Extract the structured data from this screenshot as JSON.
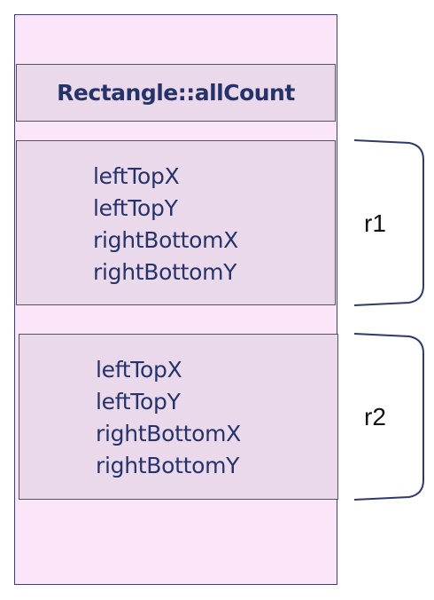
{
  "static_member": {
    "label": "Rectangle::allCount"
  },
  "objects": [
    {
      "name": "r1",
      "fields": [
        "leftTopX",
        "leftTopY",
        "rightBottomX",
        "rightBottomY"
      ]
    },
    {
      "name": "r2",
      "fields": [
        "leftTopX",
        "leftTopY",
        "rightBottomX",
        "rightBottomY"
      ]
    }
  ],
  "colors": {
    "memory_background": "#fbe6f9",
    "box_background": "#ead9ea",
    "text": "#26336b",
    "border": "#3c3c8a"
  }
}
